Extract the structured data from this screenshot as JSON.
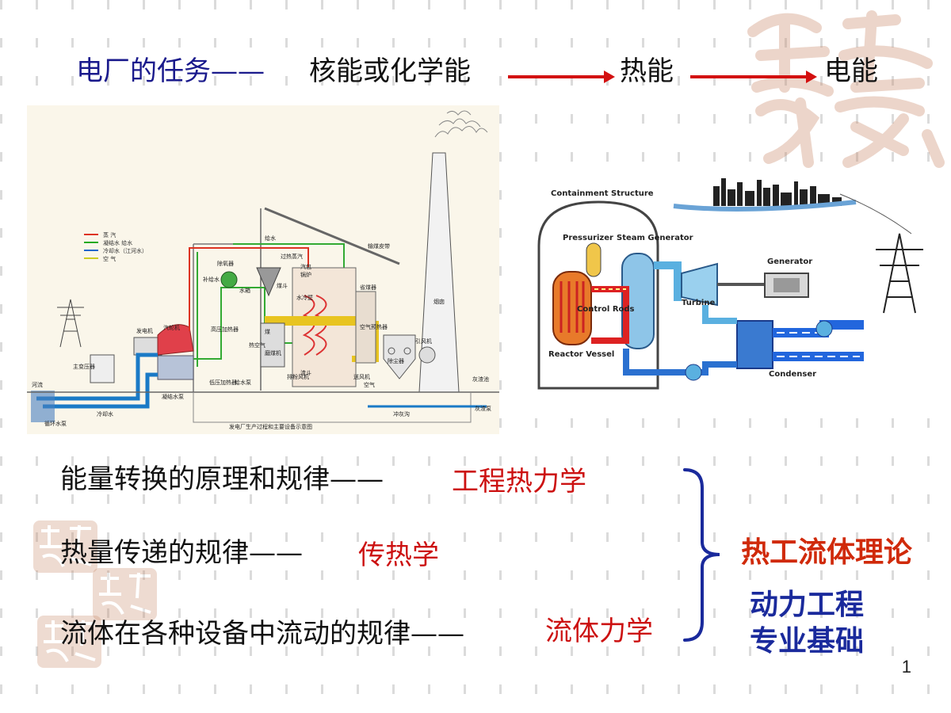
{
  "title": {
    "prefix": "电厂的任务——",
    "source": "核能或化学能",
    "heat": "热能",
    "electric": "电能"
  },
  "left_diagram": {
    "legend": [
      "蒸  汽",
      "凝结水 给水",
      "冷却水（江河水）",
      "空  气"
    ],
    "labels": [
      "发电机",
      "汽轮机",
      "主变压器",
      "河流",
      "冷却水",
      "循环水泵",
      "凝结水泵",
      "低压加热器",
      "高压加热器",
      "给水泵",
      "补给水",
      "除氧器",
      "水箱",
      "给水",
      "过热蒸汽",
      "汽包",
      "锅炉",
      "煤斗",
      "水冷壁",
      "磨煤机",
      "排粉风机",
      "省煤器",
      "空气预热器",
      "除尘器",
      "引风机",
      "烟囱",
      "输煤皮带",
      "煤",
      "送风机",
      "冲灰沟",
      "灰渣泵",
      "灰渣池",
      "热空气",
      "空气",
      "渣斗"
    ],
    "caption": "发电厂生产过程和主要设备示意图"
  },
  "right_diagram": {
    "labels": [
      "Containment Structure",
      "Pressurizer",
      "Steam Generator",
      "Control Rods",
      "Reactor Vessel",
      "Turbine",
      "Generator",
      "Condenser"
    ]
  },
  "rows": [
    {
      "text": "能量转换的原理和规律——",
      "subject": "工程热力学"
    },
    {
      "text": "热量传递的规律——",
      "subject": "传热学"
    },
    {
      "text": "流体在各种设备中流动的规律——",
      "subject": "流体力学"
    }
  ],
  "summary": {
    "theory": "热工流体理论",
    "basis_line1": "动力工程",
    "basis_line2": "专业基础"
  },
  "page_number": "1",
  "colors": {
    "title_blue": "#1a1a8c",
    "arrow_red": "#d31010",
    "subject_red": "#cc1111",
    "theory_red": "#d02a0a",
    "basis_blue": "#1a2a9c"
  }
}
